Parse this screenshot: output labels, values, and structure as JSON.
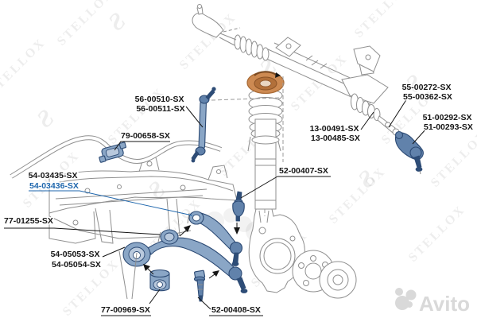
{
  "watermark": {
    "brand": "STELLOX",
    "logo_glyph": "Ƨ",
    "marketplace": "Avito"
  },
  "colors": {
    "part-fill": "#8aa6c6",
    "part-fill-dark": "#6182ab",
    "part-outline": "#2c4a74",
    "stud-dark": "#2e4d77",
    "mount-orange": "#cd8a52",
    "mount-orange-dark": "#a96a34",
    "line-gray": "#8f8f8f",
    "label-black": "#151515",
    "label-blue": "#1e66ad",
    "wm-gray": "rgba(0,0,0,0.07)",
    "avito-gray": "#d9d9d9"
  },
  "labels": [
    {
      "lines": [
        "56-00510-SX",
        "56-00511-SX"
      ]
    },
    {
      "lines": [
        "79-00658-SX"
      ]
    },
    {
      "lines": [
        "54-03435-SX",
        "54-03436-SX"
      ]
    },
    {
      "lines": [
        "77-01255-SX"
      ]
    },
    {
      "lines": [
        "54-05053-SX",
        "54-05054-SX"
      ]
    },
    {
      "lines": [
        "77-00969-SX"
      ]
    },
    {
      "lines": [
        "52-00408-SX"
      ]
    },
    {
      "lines": [
        "52-00407-SX"
      ]
    },
    {
      "lines": [
        "13-00491-SX",
        "13-00485-SX"
      ]
    },
    {
      "lines": [
        "55-00272-SX",
        "55-00362-SX"
      ]
    },
    {
      "lines": [
        "51-00292-SX",
        "51-00293-SX"
      ]
    }
  ]
}
